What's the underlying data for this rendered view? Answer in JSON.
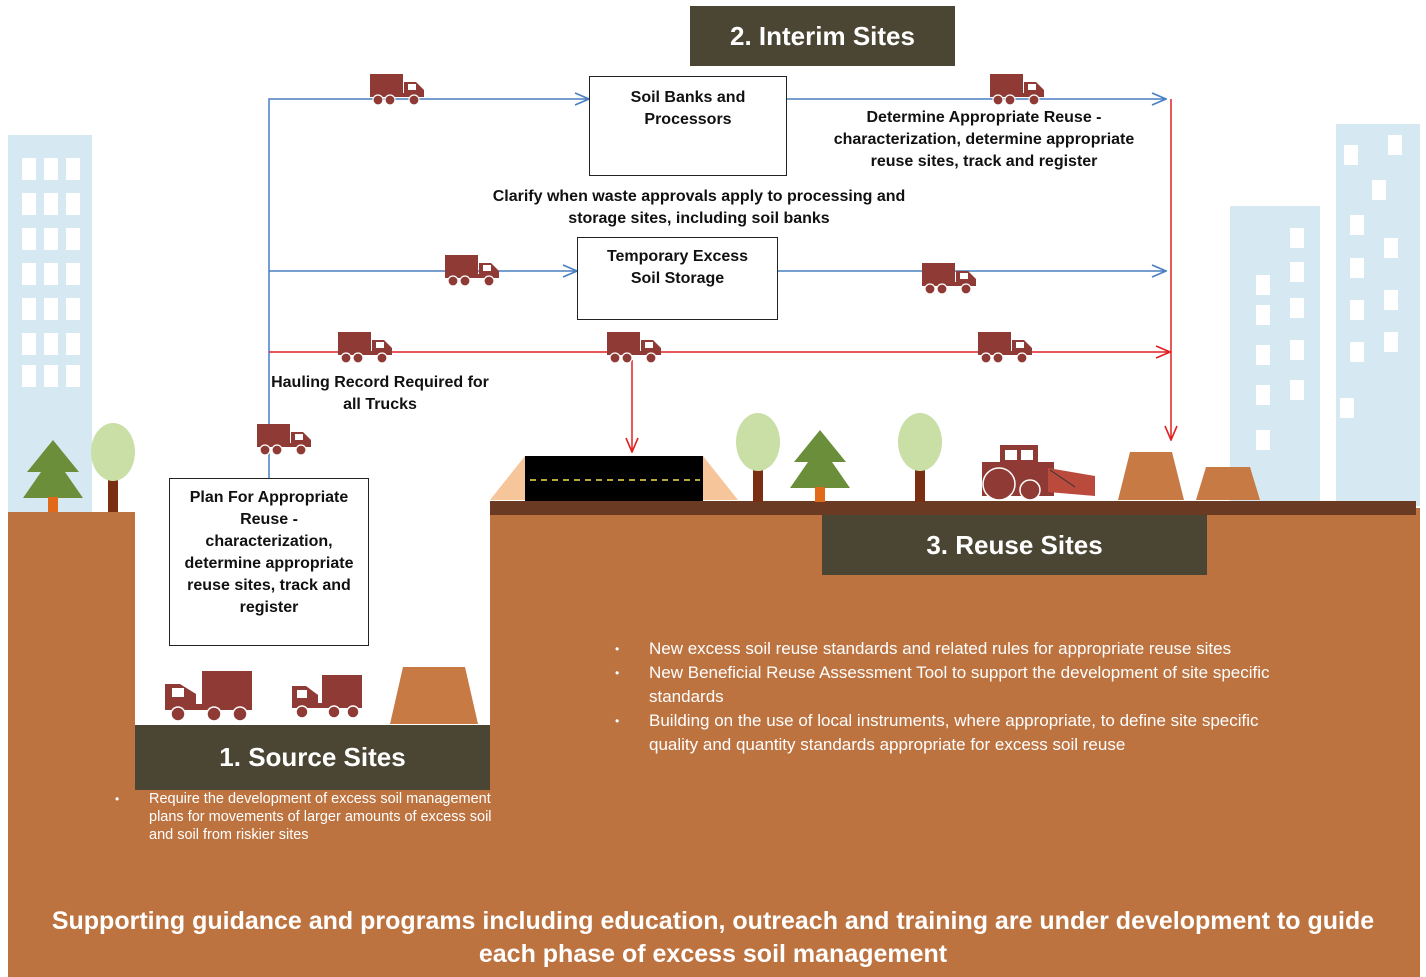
{
  "colors": {
    "soil": "#bd7340",
    "ground_line": "#6b3a22",
    "banner_bg": "#4b4533",
    "truck": "#8f3a34",
    "pile": "#c87a45",
    "building": "#d6e9f2",
    "blue_arrow": "#4a7fc0",
    "red_arrow": "#e02020",
    "pine": "#6b8e3a",
    "deciduous": "#c9dfa6"
  },
  "interim": {
    "title": "2. Interim Sites",
    "soil_banks_label": "Soil Banks and Processors",
    "reuse_note": "Determine Appropriate Reuse - characterization, determine appropriate reuse sites, track and register",
    "waste_note": "Clarify when waste approvals apply to processing and storage sites, including soil banks",
    "temp_storage_label": "Temporary Excess Soil Storage"
  },
  "hauling_note": "Hauling Record Required for all Trucks",
  "source": {
    "plan_box": "Plan For Appropriate Reuse - characterization, determine appropriate reuse sites, track and register",
    "title": "1. Source Sites",
    "bullets": [
      "Require the development of excess soil management plans for movements of larger amounts of excess soil  and soil from riskier sites"
    ]
  },
  "reuse": {
    "title": "3. Reuse Sites",
    "bullets": [
      "New excess soil reuse standards and related rules for appropriate reuse sites",
      "New Beneficial Reuse Assessment Tool to support the development of site specific standards",
      "Building on the use of local instruments, where appropriate, to define site specific quality and quantity standards appropriate for excess soil reuse"
    ]
  },
  "footer": "Supporting guidance and programs including education, outreach and training are under development to guide each phase of excess soil management"
}
